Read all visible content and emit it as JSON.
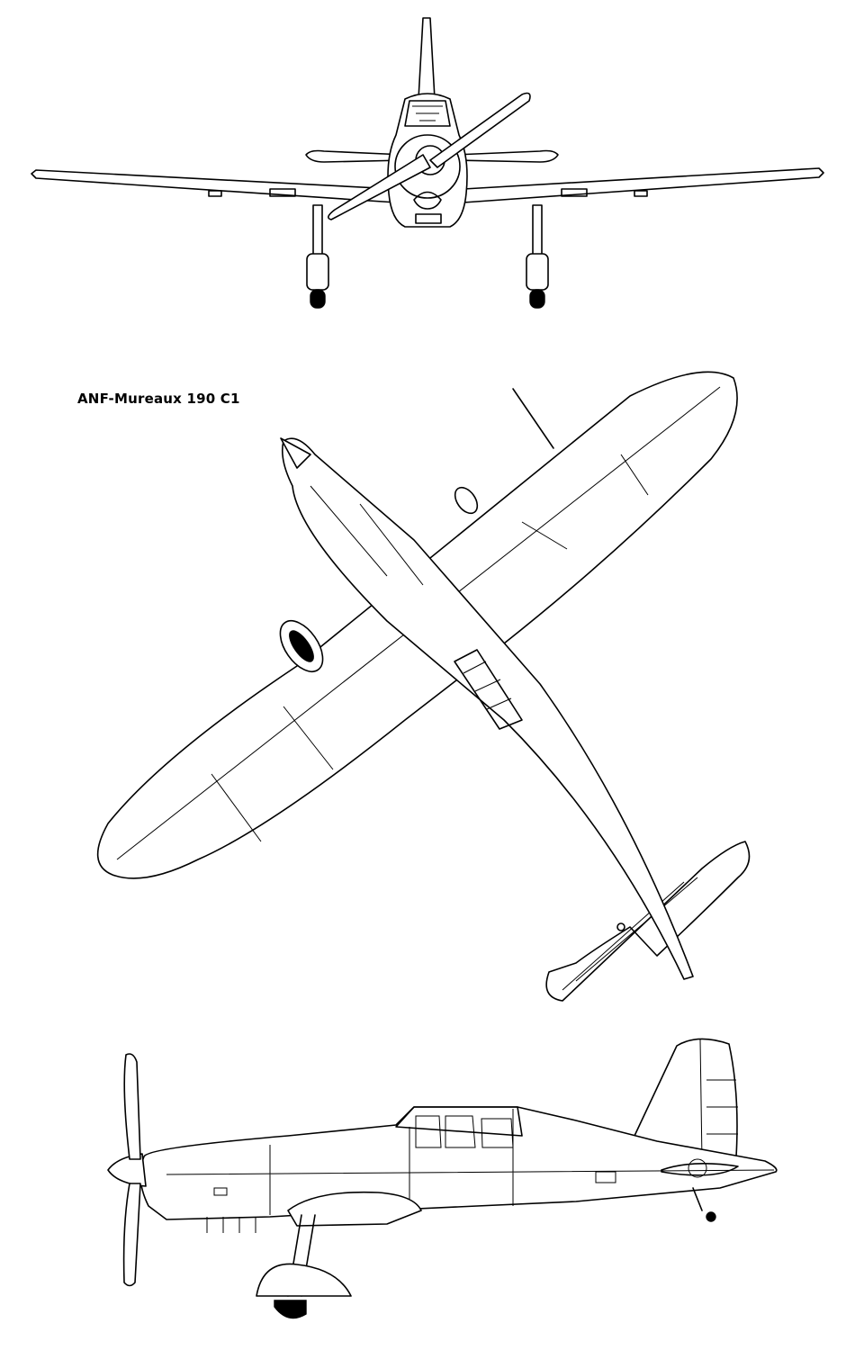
{
  "title": "ANF-Mureaux 190 C1",
  "views": [
    {
      "name": "front-view"
    },
    {
      "name": "plan-view"
    },
    {
      "name": "side-view"
    }
  ],
  "colors": {
    "line": "#000000",
    "background": "#ffffff"
  }
}
